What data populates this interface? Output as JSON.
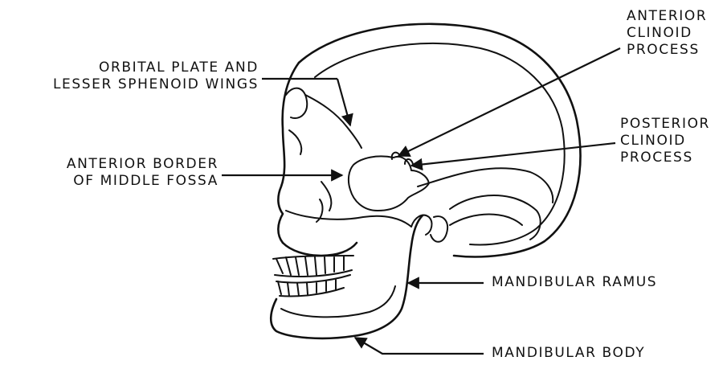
{
  "labels": {
    "orbital_plate": [
      "ORBITAL PLATE AND",
      "LESSER SPHENOID WINGS"
    ],
    "anterior_border": [
      "ANTERIOR BORDER",
      "OF MIDDLE FOSSA"
    ],
    "anterior_clinoid": [
      "ANTERIOR",
      "CLINOID",
      "PROCESS"
    ],
    "posterior_clinoid": [
      "POSTERIOR",
      "CLINOID",
      "PROCESS"
    ],
    "mandibular_ramus": "MANDIBULAR RAMUS",
    "mandibular_body": "MANDIBULAR BODY"
  },
  "colors": {
    "ink": "#111111",
    "background": "#ffffff"
  }
}
